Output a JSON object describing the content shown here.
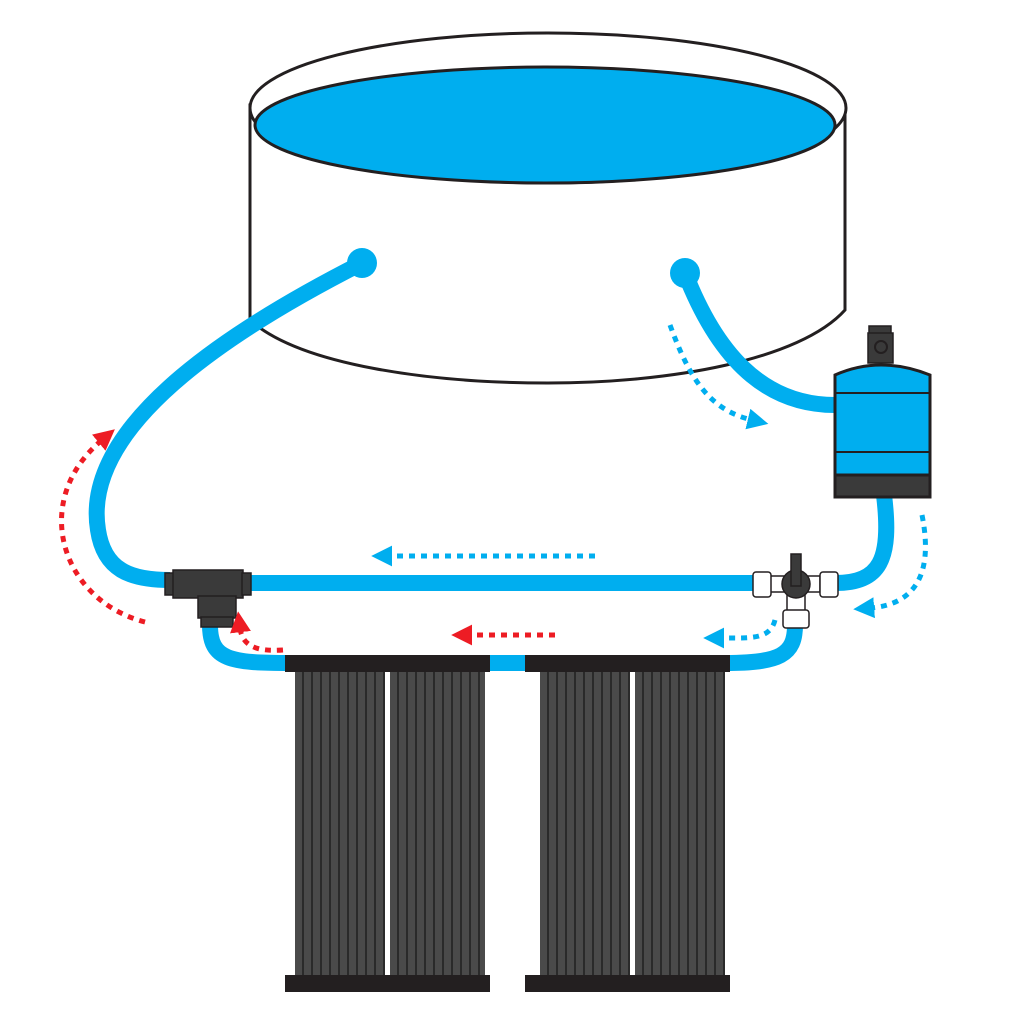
{
  "colors": {
    "water": "#00aeef",
    "hose": "#00aeef",
    "hot_flow": "#ed1c24",
    "cold_flow": "#00aeef",
    "panel": "#4a4a4a",
    "panel_stripe": "#2a2a2a",
    "header": "#231f20",
    "fitting": "#3a3a3a",
    "outline": "#231f20"
  },
  "components": [
    "pool",
    "pump",
    "three-way-valve",
    "t-fitting",
    "solar-panel-1",
    "solar-panel-2"
  ],
  "icons": [
    "flow-arrow-hot",
    "flow-arrow-cold"
  ]
}
